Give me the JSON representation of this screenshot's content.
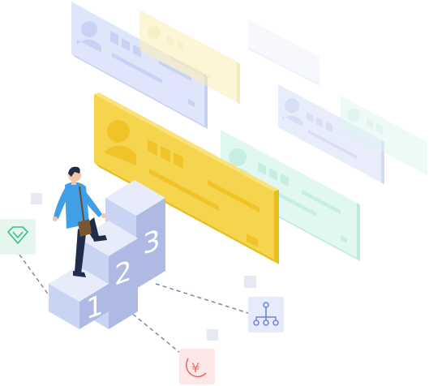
{
  "steps": {
    "one": "1",
    "two": "2",
    "three": "3"
  },
  "icons": {
    "diamond": "diamond-v-icon",
    "hierarchy": "hierarchy-tree-icon",
    "currency": "yen-icon"
  },
  "currency_symbol": "¥",
  "colors": {
    "profile_card_highlight": "#f6d54e",
    "profile_card_blue": "#dfe6fb",
    "profile_card_cyan": "#d9f5ef",
    "stairs": "#c9d3f2",
    "person_shirt": "#3fa0e8"
  }
}
